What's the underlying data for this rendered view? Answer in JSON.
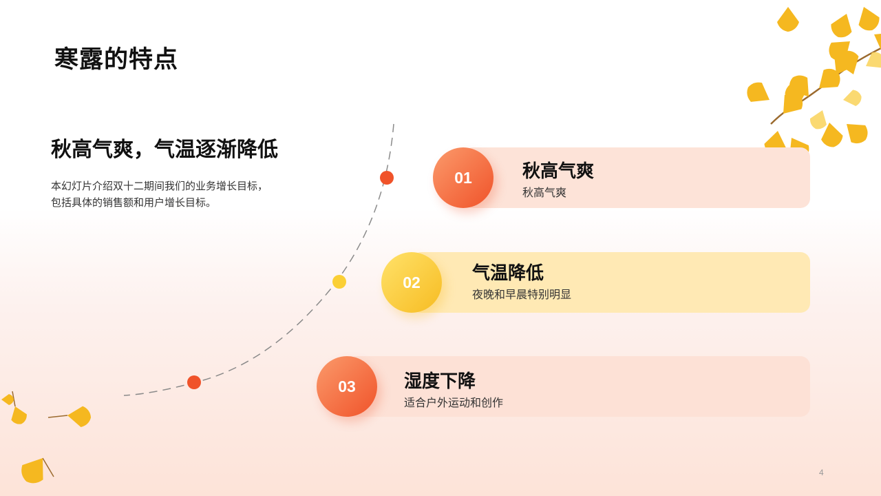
{
  "slide": {
    "title": "寒露的特点",
    "subtitle": "秋高气爽，气温逐渐降低",
    "description": "本幻灯片介绍双十二期间我们的业务增长目标，包括具体的销售额和用户增长目标。",
    "page_number": "4"
  },
  "items": [
    {
      "number": "01",
      "title": "秋高气爽",
      "subtitle": "秋高气爽",
      "color": "#f0532a"
    },
    {
      "number": "02",
      "title": "气温降低",
      "subtitle": "夜晚和早晨特别明显",
      "color": "#f7bc22"
    },
    {
      "number": "03",
      "title": "湿度下降",
      "subtitle": "适合户外运动和创作",
      "color": "#f0532a"
    }
  ],
  "decor": {
    "leaf_color": "#f5b820",
    "leaf_icon": "ginkgo-leaf-icon"
  }
}
